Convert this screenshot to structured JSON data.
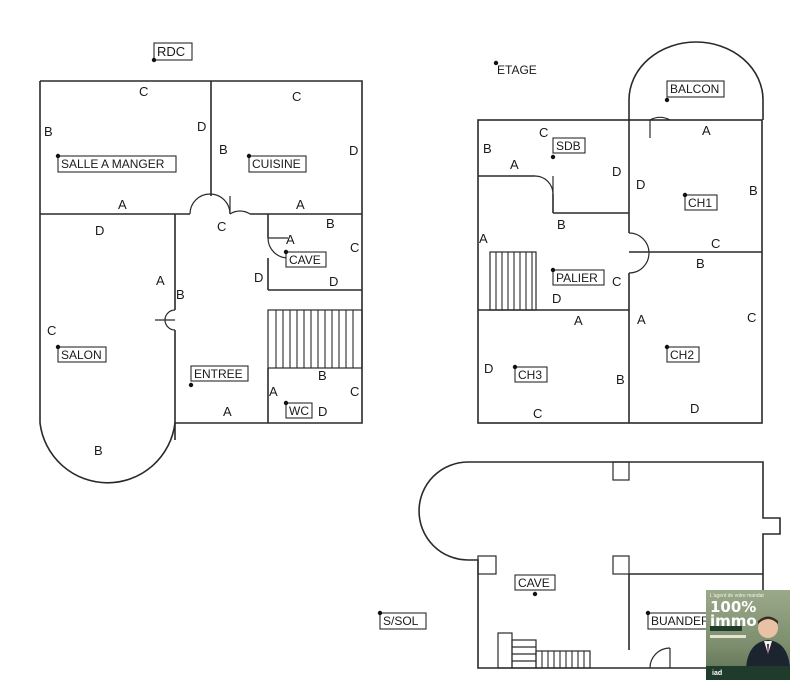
{
  "sections": {
    "rdc": "RDC",
    "etage": "ETAGE",
    "ssol": "S/SOL"
  },
  "rooms": {
    "salle_a_manger": "SALLE A MANGER",
    "cuisine": "CUISINE",
    "cave_rdc": "CAVE",
    "salon": "SALON",
    "entree": "ENTREE",
    "wc": "WC",
    "balcon": "BALCON",
    "sdb": "SDB",
    "ch1": "CH1",
    "palier": "PALIER",
    "ch3": "CH3",
    "ch2": "CH2",
    "cave_ssol": "CAVE",
    "buanderie": "BUANDER"
  },
  "wall_letters": {
    "A": "A",
    "B": "B",
    "C": "C",
    "D": "D"
  },
  "promo": {
    "tagline": "L'agent de votre mandat",
    "headline_1": "100%",
    "headline_2": "immo",
    "brand": "iad"
  }
}
